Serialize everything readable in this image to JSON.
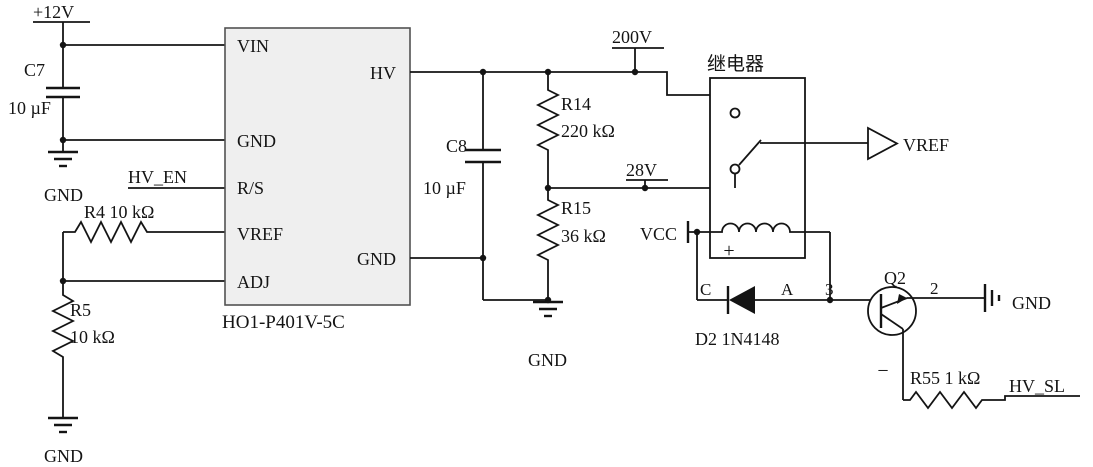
{
  "diagram": {
    "ic": {
      "part_number": "HO1-P401V-5C",
      "pins": {
        "vin": "VIN",
        "gnd_left": "GND",
        "rs": "R/S",
        "vref": "VREF",
        "adj": "ADJ",
        "hv": "HV",
        "gnd_right": "GND"
      }
    },
    "nets": {
      "v12": "+12V",
      "hv_en": "HV_EN",
      "v200": "200V",
      "v28": "28V",
      "vcc": "VCC",
      "vref_out": "VREF",
      "hv_sl": "HV_SL",
      "gnd_c7": "GND",
      "gnd_r5": "GND",
      "gnd_r15": "GND",
      "gnd_q2": "GND"
    },
    "components": {
      "c7_ref": "C7",
      "c7_value": "10 µF",
      "c8_ref": "C8",
      "c8_value": "10 µF",
      "r4_label": "R4  10 kΩ",
      "r5_ref": "R5",
      "r5_value": "10 kΩ",
      "r14_ref": "R14",
      "r14_value": "220 kΩ",
      "r15_ref": "R15",
      "r15_value": "36 kΩ",
      "r55_label": "R55  1 kΩ",
      "d2_label": "D2 1N4148",
      "d2_cathode": "C",
      "d2_anode": "A",
      "q2_ref": "Q2",
      "q2_pin3": "3",
      "q2_pin2": "2",
      "relay_label": "继电器",
      "coil_plus": "+",
      "coil_minus": "−"
    }
  }
}
